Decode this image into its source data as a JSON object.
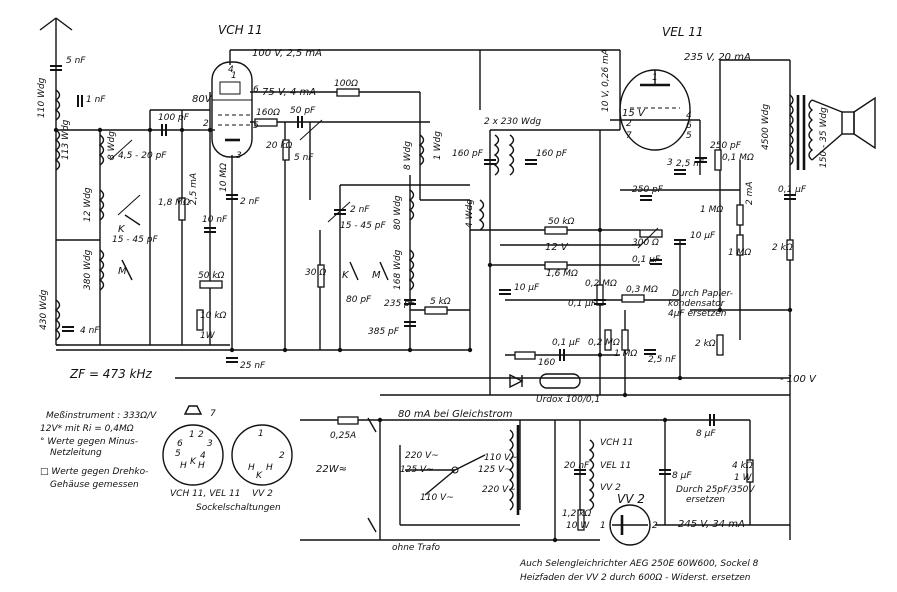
{
  "tubes": {
    "vch11": "VCH 11",
    "vel11": "VEL 11",
    "vv2": "VV 2"
  },
  "tube_pins": {
    "vch11": [
      "1",
      "2",
      "3",
      "4",
      "5",
      "6"
    ],
    "vel11": [
      "1",
      "2",
      "3",
      "4",
      "5",
      "6",
      "7"
    ],
    "vv2": [
      "1",
      "2"
    ]
  },
  "voltages": {
    "vch_anode": "100 V, 2,5 mA",
    "vch_screen": "75 V, 4 mA",
    "vch_80v": "80V",
    "vel_anode": "235 V, 20 mA",
    "vel_screen": "15 V",
    "vel_grid": "12 V",
    "vv2_out": "245 V, 34 mA",
    "neg": "- 100 V",
    "rect_vert": "10 V, 0,26 mA",
    "mid_current": "2,5 mA",
    "ma2": "2 mA"
  },
  "resistors": {
    "r100": "100Ω",
    "r160a": "160Ω",
    "r20k": "20 kΩ",
    "r10m": "10 MΩ",
    "r18m": "1,8 MΩ",
    "r50k_a": "50 kΩ",
    "r10k": "10 kΩ",
    "r1w": "1W",
    "r30": "30 Ω",
    "r5k": "5 kΩ",
    "r50k_b": "50 kΩ",
    "r16m": "1,6 MΩ",
    "r02m_a": "0,2 MΩ",
    "r03m": "0,3 MΩ",
    "r02m_b": "0,2 MΩ",
    "r1m_c": "1 MΩ",
    "r160b": "160",
    "r300": "300 Ω",
    "r01m": "0,1 MΩ",
    "r1m_a": "1 MΩ",
    "r1m_b": "1 MΩ",
    "r2k_a": "2 kΩ",
    "r2k_b": "2 kΩ",
    "r4k": "4 kΩ",
    "r1w2": "1 W",
    "r12k": "1,2 kΩ",
    "r10w": "10 W"
  },
  "capacitors": {
    "c5nf": "5 nF",
    "c1nf": "1 nF",
    "c100pf": "100 pF",
    "c4520": "4,5 - 20 pF",
    "c1545a": "15 - 45 pF",
    "c4nf": "4 nF",
    "c10nf": "10 nF",
    "c2nf_a": "2 nF",
    "c25nf": "25 nF",
    "c50pf": "50 pF",
    "c2nf_b": "2 nF",
    "c1545b": "15 - 45 pF",
    "c80pf": "80 pF",
    "c235pf": "235 pF",
    "c385pf": "385 pF",
    "c160a": "160 pF",
    "c160b": "160 pF",
    "c25nf_b": "2,5 nF",
    "c250pf_a": "250 pF",
    "c250pf_b": "250 pF",
    "c10uf_a": "10 µF",
    "c01uf_a": "0,1 µF",
    "c01uf_b": "0,1 µF",
    "c01uf_c": "0,1 µF",
    "c10uf_b": "10 µF",
    "c25nf_c": "2,5 nF",
    "c20nf": "20 nF",
    "c8uf_a": "8 µF",
    "c8uf_b": "8 µF",
    "c01uf_d": "0,1 µF",
    "c5nf_b": "5 nF"
  },
  "coils": {
    "l110": "110 Wdg",
    "l113": "113 Wdg",
    "l8": "8 Wdg",
    "l12": "12 Wdg",
    "l380": "380 Wdg",
    "l430": "430 Wdg",
    "l8b": "8 Wdg",
    "l1": "1 Wdg",
    "l80": "80 Wdg",
    "l168": "168 Wdg",
    "l2230": "2 x 230 Wdg",
    "l4": "4 Wdg",
    "l4500": "4500 Wdg",
    "l150": "150 - 35 Wdg"
  },
  "misc": {
    "zf": "ZF = 473 kHz",
    "switch_k": "K",
    "switch_m": "M",
    "switch_k2": "K",
    "switch_m2": "M",
    "fuse": "0,25A",
    "mains_current": "80 mA bei Gleichstrom",
    "mains": "22W≈",
    "v220": "220 V~",
    "v125": "125 V~",
    "v110a": "110 V~",
    "v125b": "125 V~",
    "v220b": "220 V~",
    "v110b": "110 V~",
    "ohne_trafo": "ohne Trafo",
    "urdox": "Urdox 100/0,1",
    "replace_note1": "Durch Papier-",
    "replace_note2": "kondensator",
    "replace_note3": "4µF ersetzen",
    "replace_25": "Durch 25pF/350V",
    "replace_25b": "ersetzen",
    "vch11_fil": "VCH 11",
    "vel11_fil": "VEL 11",
    "vv2_fil": "VV 2",
    "bottom_note1": "Auch Selengleichrichter AEG 250E 60W600, Sockel 8",
    "bottom_note2": "Heizfaden der VV 2 durch 600Ω - Widerst. ersetzen"
  },
  "legend": {
    "line1": "Meßinstrument : 333Ω/V",
    "line2": "12V* mit Ri = 0,4MΩ",
    "line3": "° Werte gegen Minus-",
    "line4": "Netzleitung",
    "line5": "□ Werte gegen Drehko-",
    "line6": "Gehäuse gemessen"
  },
  "sockets": {
    "label1": "VCH 11, VEL 11",
    "label2": "VV 2",
    "caption": "Sockelschaltungen",
    "pins_left": [
      "7",
      "1",
      "2",
      "3",
      "4",
      "5",
      "6",
      "H",
      "H",
      "K"
    ],
    "pins_right": [
      "1",
      "2",
      "H",
      "H",
      "K"
    ]
  }
}
